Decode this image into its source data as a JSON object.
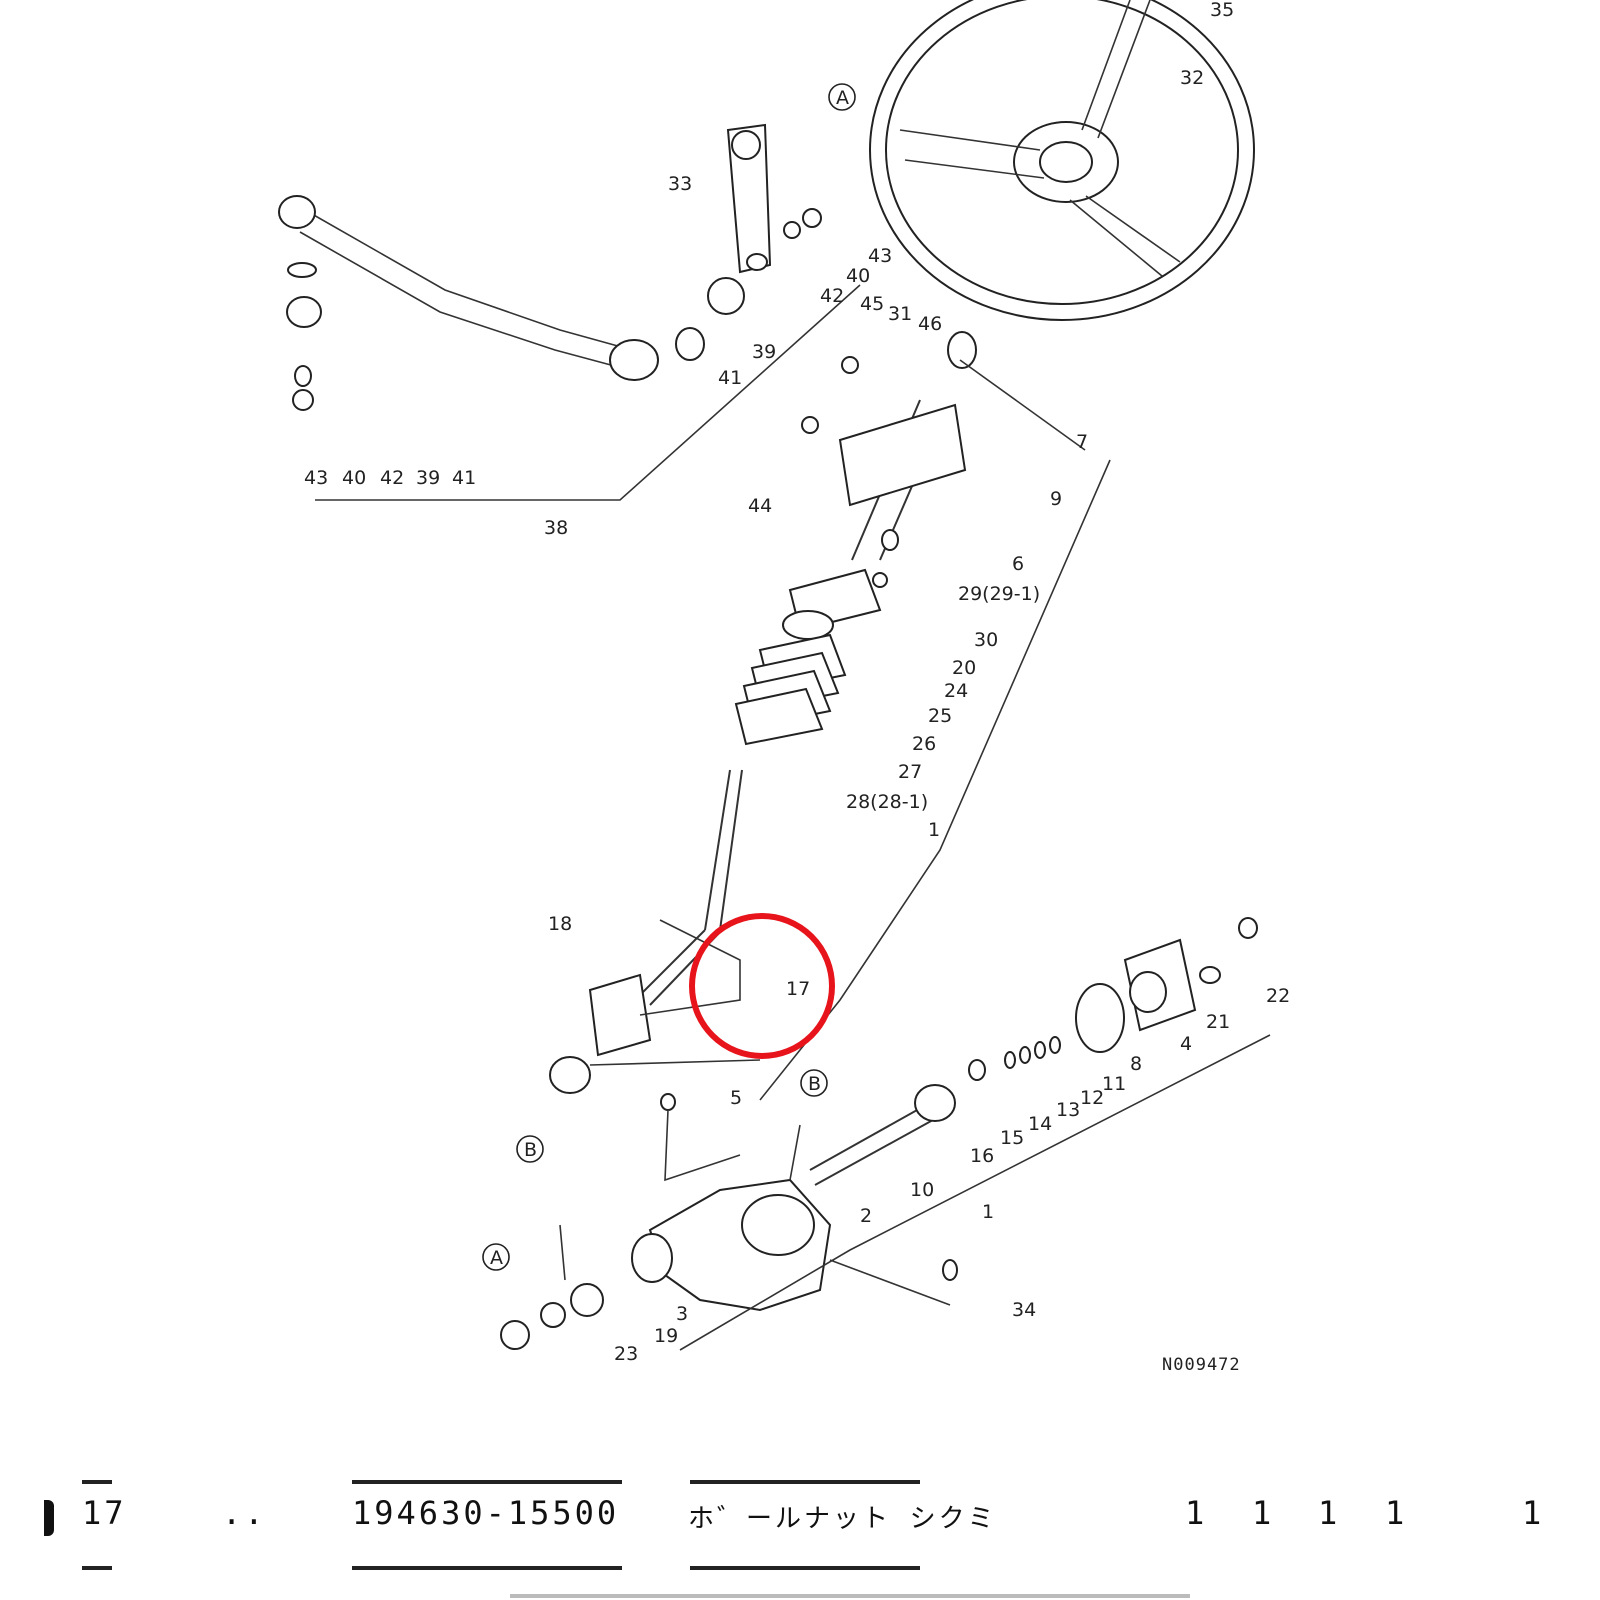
{
  "diagram": {
    "callouts": [
      "1",
      "2",
      "3",
      "4",
      "5",
      "6",
      "7",
      "8",
      "9",
      "10",
      "11",
      "12",
      "13",
      "14",
      "15",
      "16",
      "17",
      "18",
      "19",
      "20",
      "21",
      "22",
      "23",
      "24",
      "25",
      "26",
      "27",
      "28(28-1)",
      "29(29-1)",
      "30",
      "31",
      "32",
      "33",
      "34",
      "35",
      "38",
      "39",
      "40",
      "41",
      "42",
      "43",
      "44",
      "45",
      "46",
      "A",
      "B"
    ],
    "reference_code": "N009472",
    "highlight_color": "#e8141b"
  },
  "parts_row": {
    "item_no": "17",
    "mark": "..",
    "part_number": "194630-15500",
    "description": "ホ゛ールナット シクミ",
    "qty": [
      "1",
      "1",
      "1",
      "1",
      "1"
    ]
  }
}
